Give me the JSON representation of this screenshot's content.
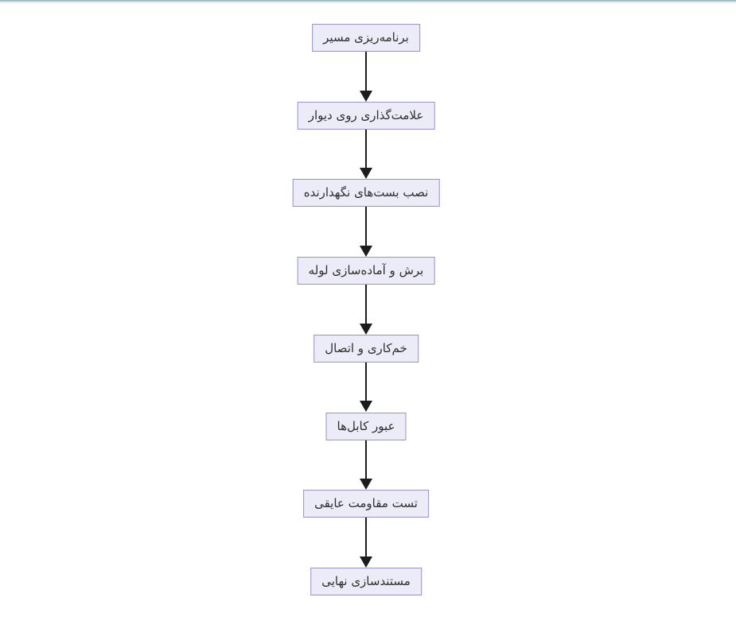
{
  "accent": {
    "top_bar_gradient": [
      "#8aa7ac",
      "#cfe2e4",
      "#f4f8f9"
    ]
  },
  "flowchart": {
    "type": "flowchart",
    "direction": "top-to-bottom",
    "language": "fa",
    "colors": {
      "node_fill": "#ececf9",
      "node_border": "#9793c6",
      "node_text": "#2f2f2f",
      "arrow": "#1c1c1c"
    },
    "nodes": [
      {
        "id": 1,
        "label": "برنامه‌ریزی مسیر"
      },
      {
        "id": 2,
        "label": "علامت‌گذاری روی دیوار"
      },
      {
        "id": 3,
        "label": "نصب بست‌های نگهدارنده"
      },
      {
        "id": 4,
        "label": "برش و آماده‌سازی لوله"
      },
      {
        "id": 5,
        "label": "خم‌کاری و اتصال"
      },
      {
        "id": 6,
        "label": "عبور کابل‌ها"
      },
      {
        "id": 7,
        "label": "تست مقاومت عایقی"
      },
      {
        "id": 8,
        "label": "مستندسازی نهایی"
      }
    ],
    "edges": [
      {
        "from": 1,
        "to": 2
      },
      {
        "from": 2,
        "to": 3
      },
      {
        "from": 3,
        "to": 4
      },
      {
        "from": 4,
        "to": 5
      },
      {
        "from": 5,
        "to": 6
      },
      {
        "from": 6,
        "to": 7
      },
      {
        "from": 7,
        "to": 8
      }
    ]
  }
}
